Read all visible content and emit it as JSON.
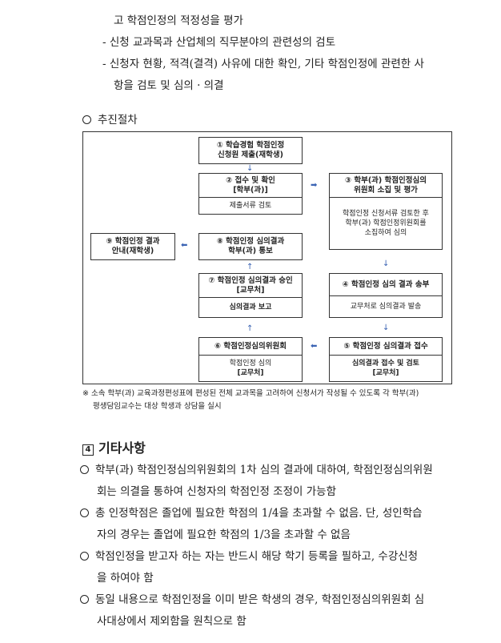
{
  "top_lines": [
    "고 학점인정의 적정성을 평가",
    "- 신청 교과목과 산업체의 직무분야의 관련성의 검토",
    "- 신청자 현황, 적격(결격) 사유에 대한 확인, 기타 학점인정에 관련한 사",
    "항을 검토 및 심의 · 의결"
  ],
  "procedure_heading": "추진절차",
  "flow": {
    "b1": {
      "title": [
        "① 학습경험 학점인정",
        "신청원 제출(재학생)"
      ]
    },
    "b2": {
      "title": [
        "② 접수 및 확인",
        "[학부(과)]"
      ],
      "body": [
        "제출서류 검토"
      ]
    },
    "b3": {
      "title": [
        "③ 학부(과) 학점인정심의",
        "위원회 소집 및 평가"
      ],
      "body": [
        "학점인정 신청서류 검토한 후",
        "학부(과) 학점인정위원회를",
        "소집하여 심의"
      ]
    },
    "b4": {
      "title": [
        "④ 학점인정 심의 결과 송부"
      ],
      "body": [
        "교무처로 심의결과 발송"
      ]
    },
    "b5": {
      "title": [
        "⑤ 학점인정 심의결과 접수"
      ],
      "body": [
        "심의결과 접수 및 검토",
        "[교무처]"
      ]
    },
    "b6": {
      "title": [
        "⑥ 학점인정심의위원회"
      ],
      "body": [
        "학점인정 심의",
        "[교무처]"
      ]
    },
    "b7": {
      "title": [
        "⑦ 학점인정 심의결과 승인",
        "[교무처]"
      ],
      "body": [
        "심의결과 보고"
      ]
    },
    "b8": {
      "title": [
        "⑧ 학점인정 심의결과",
        "학부(과) 통보"
      ]
    },
    "b9": {
      "title": [
        "⑨ 학점인정 결과",
        "안내(재학생)"
      ]
    }
  },
  "arrows": {
    "down": "↓",
    "up": "↑",
    "right": "➡",
    "left": "⬅"
  },
  "footnote": [
    "※ 소속 학부(과) 교육과정편성표에 편성된 전체 교과목을 고려하여 신청서가 작성될 수 있도록 각 학부(과)",
    "평생담임교수는 대상 학생과 상담을 실시"
  ],
  "section4": {
    "number": "4",
    "title": "기타사항",
    "items": [
      [
        "학부(과) 학점인정심의위원회의 1차 심의 결과에 대하여, 학점인정심의위원",
        "회는 의결을 통하여 신청자의 학점인정 조정이 가능함"
      ],
      [
        "총 인정학점은 졸업에 필요한 학점의 1/4을 초과할 수 없음. 단, 성인학습",
        "자의 경우는 졸업에 필요한 학점의 1/3을 초과할 수 없음"
      ],
      [
        "학점인정을 받고자 하는 자는 반드시 해당 학기 등록을 필하고, 수강신청",
        "을 하여야 함"
      ],
      [
        "동일 내용으로 학점인정을 이미 받은 학생의 경우, 학점인정심의위원회 심",
        "사대상에서 제외함을 원칙으로 함"
      ]
    ]
  }
}
